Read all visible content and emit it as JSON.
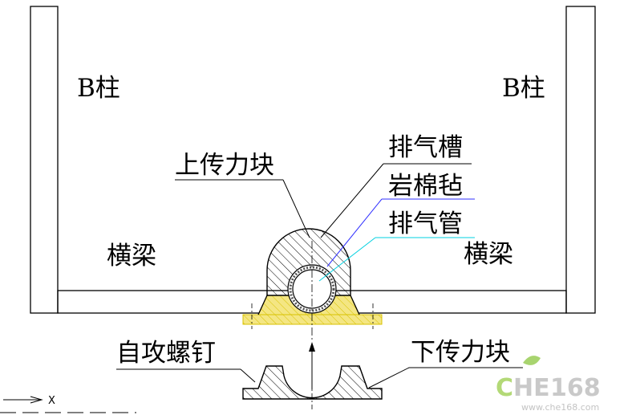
{
  "labels": {
    "pillar_left": "B柱",
    "pillar_right": "B柱",
    "beam_left": "横梁",
    "beam_right": "横梁",
    "upper_block": "上传力块",
    "vent_slot": "排气槽",
    "rock_wool": "岩棉毡",
    "vent_pipe": "排气管",
    "self_tapping_screw": "自攻螺钉",
    "lower_block": "下传力块"
  },
  "axis": {
    "x_label": "X"
  },
  "watermark": {
    "brand_a": "C",
    "brand_b": "HE",
    "brand_c": "168",
    "url": "www.che168.com"
  },
  "colors": {
    "line": "#000000",
    "yellow_fill": "#f2e27a",
    "yellow_stroke": "#d8c200",
    "leader_cyan": "#00d0e0",
    "leader_blue": "#3030ff",
    "watermark_green": "#8cc63f",
    "watermark_gray": "#b8b8b8"
  }
}
